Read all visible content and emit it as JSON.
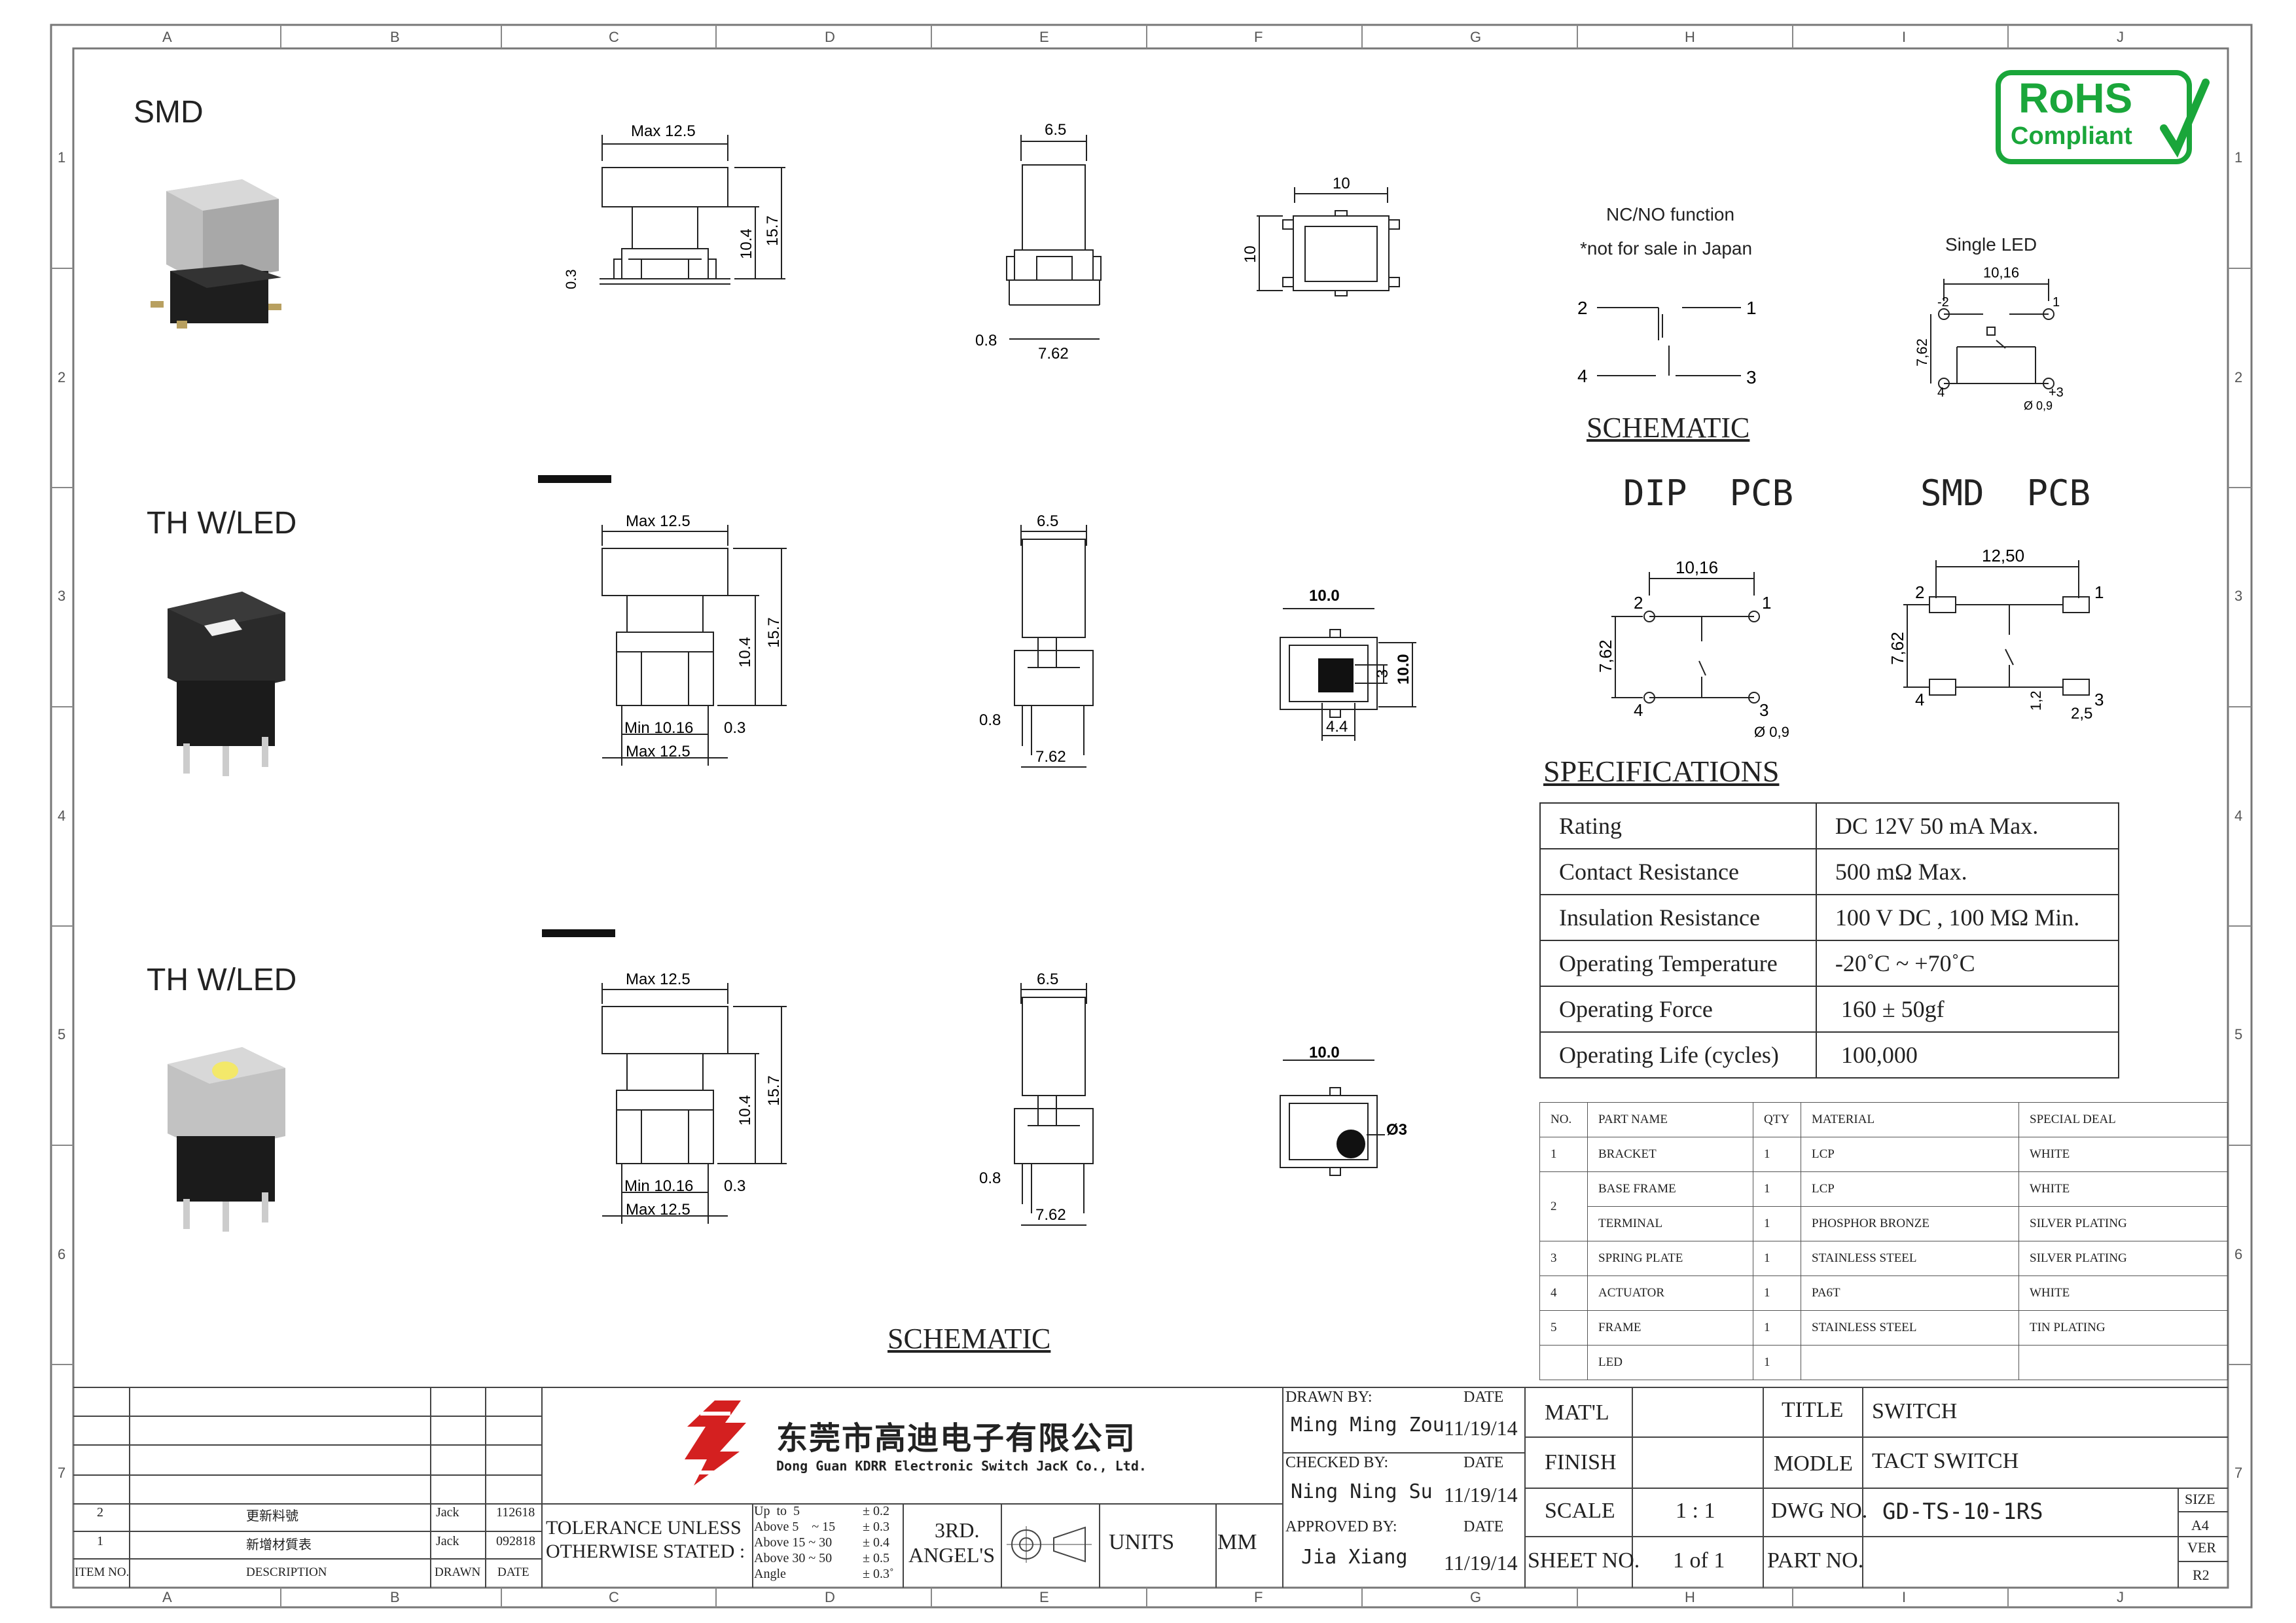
{
  "border": {
    "top_columns": [
      "A",
      "B",
      "C",
      "D",
      "E",
      "F",
      "G",
      "H",
      "I",
      "J"
    ],
    "bottom_columns": [
      "A",
      "B",
      "C",
      "D",
      "E",
      "F",
      "G",
      "H",
      "I",
      "J"
    ],
    "left_rows": [
      "1",
      "2",
      "3",
      "4",
      "5",
      "6",
      "7"
    ],
    "right_rows": [
      "1",
      "2",
      "3",
      "4",
      "5",
      "6",
      "7"
    ]
  },
  "rohs": {
    "line1": "RoHS",
    "line2": "Compliant"
  },
  "variants": [
    {
      "label": "SMD"
    },
    {
      "label": "TH W/LED"
    },
    {
      "label": "TH W/LED"
    }
  ],
  "dims": {
    "max_12_5": "Max 12.5",
    "d_6_5": "6.5",
    "d_10": "10",
    "d_10_4": "10.4",
    "d_15_7": "15.7",
    "d_0_3": "0.3",
    "d_0_8": "0.8",
    "d_7_62": "7.62",
    "d_10_0": "10.0",
    "d_3": "3",
    "d_4_4": "4.4",
    "min_10_16": "Min 10.16",
    "phi3": "Ø3"
  },
  "schematic_top": {
    "line1": "NC/NO function",
    "line2": "*not for sale in Japan",
    "pins": [
      "2",
      "1",
      "4",
      "3"
    ],
    "title": "SCHEMATIC"
  },
  "single_led": {
    "title": "Single LED",
    "pitch": "10,16",
    "height": "7,62",
    "hole": "Ø 0,9",
    "pins": [
      "-2",
      "1",
      "4",
      "+3"
    ]
  },
  "pcb": {
    "dip_title": "DIP  PCB",
    "smd_title": "SMD  PCB",
    "dip_pitch": "10,16",
    "dip_height": "7,62",
    "dip_hole": "Ø 0,9",
    "smd_pitch": "12,50",
    "smd_height": "7,62",
    "smd_pad_w": "2,5",
    "smd_pad_h": "1,2",
    "pins": [
      "2",
      "1",
      "4",
      "3"
    ]
  },
  "specifications": {
    "title": "SPECIFICATIONS",
    "rows": [
      {
        "name": "Rating",
        "value": "DC 12V 50 mA Max."
      },
      {
        "name": "Contact Resistance",
        "value": "500 mΩ  Max."
      },
      {
        "name": "Insulation Resistance",
        "value": "100 V DC , 100 MΩ  Min."
      },
      {
        "name": "Operating Temperature",
        "value": "-20˚C ~ +70˚C"
      },
      {
        "name": "Operating Force",
        "value": " 160 ± 50gf"
      },
      {
        "name": "Operating Life (cycles)",
        "value": " 100,000"
      }
    ]
  },
  "parts": {
    "headers": [
      "NO.",
      "PART NAME",
      "QTY",
      "MATERIAL",
      "SPECIAL  DEAL"
    ],
    "rows": [
      {
        "no": "1",
        "name": "BRACKET",
        "qty": "1",
        "material": "LCP",
        "deal": "WHITE"
      },
      {
        "no": "2",
        "name": "BASE  FRAME",
        "qty": "1",
        "material": "LCP",
        "deal": "WHITE"
      },
      {
        "no": "",
        "name": "TERMINAL",
        "qty": "1",
        "material": "PHOSPHOR  BRONZE",
        "deal": "SILVER PLATING"
      },
      {
        "no": "3",
        "name": "SPRING  PLATE",
        "qty": "1",
        "material": "STAINLESS  STEEL",
        "deal": "SILVER PLATING"
      },
      {
        "no": "4",
        "name": "ACTUATOR",
        "qty": "1",
        "material": "PA6T",
        "deal": "WHITE"
      },
      {
        "no": "5",
        "name": "FRAME",
        "qty": "1",
        "material": "STAINLESS  STEEL",
        "deal": "TIN PLATING"
      },
      {
        "no": "",
        "name": "LED",
        "qty": "1",
        "material": "",
        "deal": ""
      }
    ]
  },
  "schematic_bottom": "SCHEMATIC",
  "title_block": {
    "company_cn": "东莞市高迪电子有限公司",
    "company_en": "Dong Guan KDRR  Electronic Switch JacK Co., Ltd.",
    "revisions": [
      {
        "no": "2",
        "desc": "更新料號",
        "by": "Jack",
        "date": "112618"
      },
      {
        "no": "1",
        "desc": "新增材質表",
        "by": "Jack",
        "date": "092818"
      }
    ],
    "rev_headers": {
      "no": "ITEM NO.",
      "desc": "DESCRIPTION",
      "by": "DRAWN",
      "date": "DATE"
    },
    "tolerance_label_1": "TOLERANCE UNLESS",
    "tolerance_label_2": "OTHERWISE STATED :",
    "tolerances": [
      {
        "range": "Up  to  5",
        "tol": "± 0.2"
      },
      {
        "range": "Above 5    ~ 15",
        "tol": "± 0.3"
      },
      {
        "range": "Above 15 ~ 30",
        "tol": "± 0.4"
      },
      {
        "range": "Above 30 ~ 50",
        "tol": "± 0.5"
      },
      {
        "range": "Angle",
        "tol": "± 0.3˚"
      }
    ],
    "projection_1": "3RD.",
    "projection_2": "ANGEL'S",
    "units_label": "UNITS",
    "units_value": "MM",
    "drawn_by_label": "DRAWN BY:",
    "drawn_by": "Ming Ming Zou",
    "drawn_date": "11/19/14",
    "checked_by_label": "CHECKED BY:",
    "checked_by": "Ning Ning Su",
    "checked_date": "11/19/14",
    "approved_by_label": "APPROVED BY:",
    "approved_by": "Jia Xiang",
    "approved_date": "11/19/14",
    "date_label": "DATE",
    "matl_label": "MAT'L",
    "finish_label": "FINISH",
    "scale_label": "SCALE",
    "scale_value": "1 : 1",
    "sheet_label": "SHEET NO.",
    "sheet_value": "1 of 1",
    "title_label": "TITLE",
    "title_value": "SWITCH",
    "model_label": "MODLE",
    "model_value": "TACT SWITCH",
    "dwg_label": "DWG NO.",
    "dwg_value": "GD-TS-10-1RS",
    "part_label": "PART NO.",
    "size_label": "SIZE",
    "size_value": "A4",
    "ver_label": "VER",
    "ver_value": "R2"
  },
  "colors": {
    "rohs_green": "#1aa63a",
    "logo_red": "#d42020",
    "led_yellow": "#f3e86a"
  }
}
